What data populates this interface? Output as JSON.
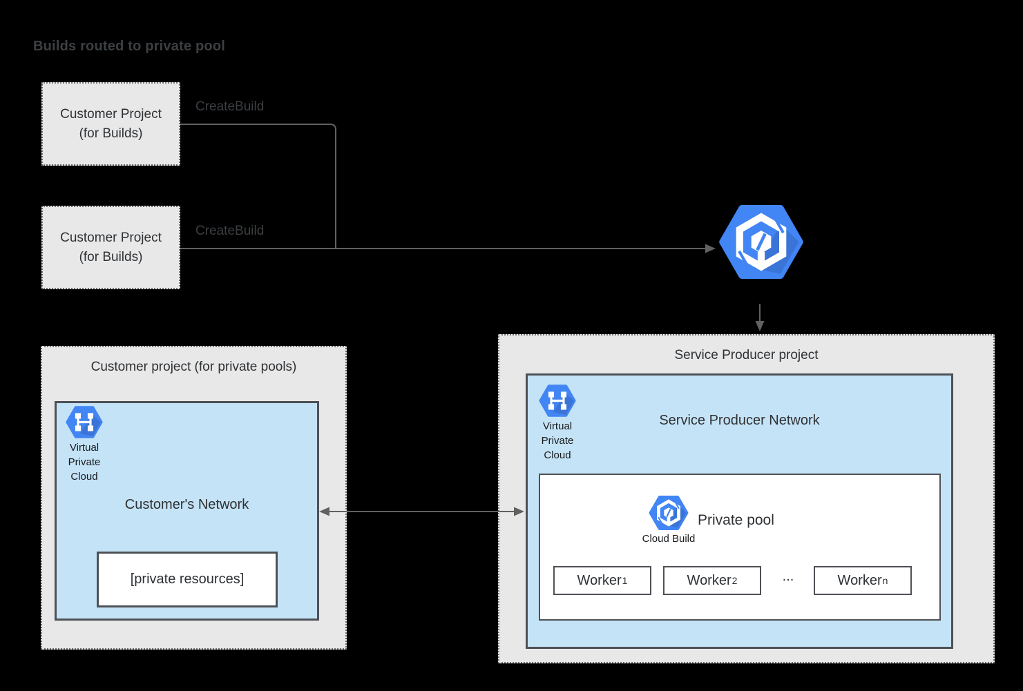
{
  "title": "Builds routed to private pool",
  "sources": [
    {
      "label": "Customer Project (for Builds)",
      "arrow_label": "CreateBuild"
    },
    {
      "label": "Customer Project (for Builds)",
      "arrow_label": "CreateBuild"
    }
  ],
  "customer_pool_project": {
    "title": "Customer project (for private pools)",
    "network": {
      "vpc_icon": "virtual-private-cloud-icon",
      "vpc_label": "Virtual Private Cloud",
      "title": "Customer's Network",
      "resources_label": "[private resources]"
    }
  },
  "service_producer_project": {
    "title": "Service Producer project",
    "network": {
      "vpc_icon": "virtual-private-cloud-icon",
      "vpc_label": "Virtual Private Cloud",
      "title": "Service Producer Network",
      "private_pool": {
        "title": "Private pool",
        "icon": "cloud-build-icon",
        "icon_label": "Cloud Build",
        "workers": [
          {
            "name": "Worker",
            "sub": "1"
          },
          {
            "name": "Worker",
            "sub": "2"
          },
          {
            "name": "Worker",
            "sub": "n"
          }
        ],
        "ellipsis": "..."
      }
    }
  },
  "router_icon": "cloud-build-icon",
  "colors": {
    "icon_blue": "#4285f4",
    "network_fill": "#c5e3f6",
    "project_fill": "#e8e8e8",
    "box_border": "#4d5156",
    "dotted_border": "#6e6e6e",
    "connector": "#616161",
    "background": "#000000"
  }
}
